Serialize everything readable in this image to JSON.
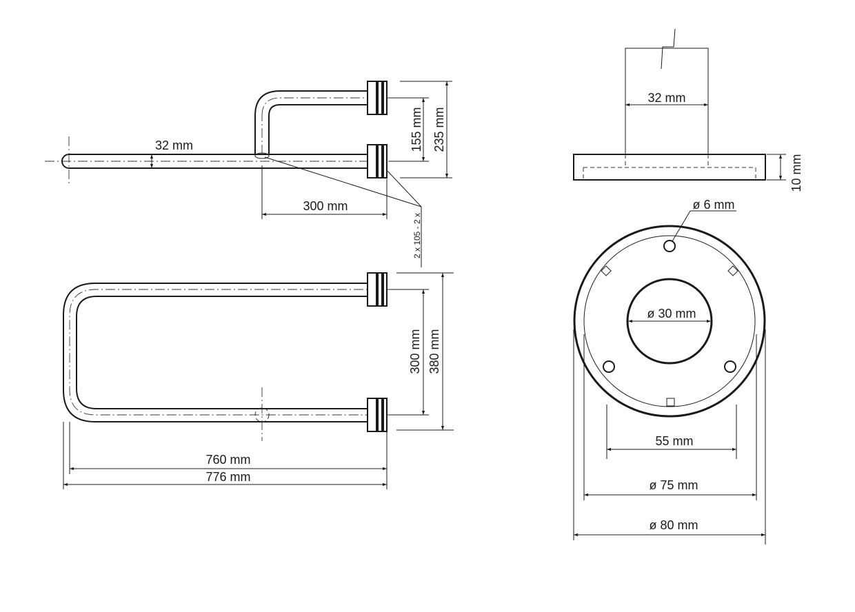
{
  "side_view": {
    "tube_diameter": "32 mm",
    "offset_height": "155 mm",
    "total_height": "235 mm",
    "projection": "300 mm",
    "weld_note": "2 x 105 - 2 x"
  },
  "front_view": {
    "inner_spacing": "300 mm",
    "outer_spacing": "380 mm",
    "inner_length": "760 mm",
    "overall_length": "776 mm"
  },
  "flange_side": {
    "tube_width": "32 mm",
    "thickness": "10 mm"
  },
  "flange_plan": {
    "hole_diameter": "ø 6 mm",
    "bore_diameter": "ø 30 mm",
    "hole_spacing": "55 mm",
    "inner_diameter": "ø 75 mm",
    "outer_diameter": "ø 80 mm"
  }
}
